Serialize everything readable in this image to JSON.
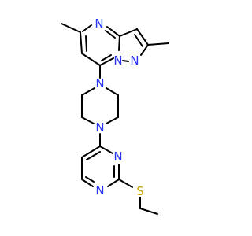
{
  "molecule": {
    "background": "#ffffff",
    "bond_color": "#000000",
    "atom_colors": {
      "N": "#2332f5",
      "S": "#c8a400"
    },
    "atoms": [
      {
        "id": "n_pyrimidine_top",
        "label": "N",
        "element": "N"
      },
      {
        "id": "n_pyrazole_2",
        "label": "N",
        "element": "N"
      },
      {
        "id": "n_pyrazole_1",
        "label": "N",
        "element": "N"
      },
      {
        "id": "n_piperazine_1",
        "label": "N",
        "element": "N"
      },
      {
        "id": "n_piperazine_4",
        "label": "N",
        "element": "N"
      },
      {
        "id": "n_pyrimidine_3",
        "label": "N",
        "element": "N"
      },
      {
        "id": "n_pyrimidine_1",
        "label": "N",
        "element": "N"
      },
      {
        "id": "s_thioether",
        "label": "S",
        "element": "S"
      }
    ]
  }
}
